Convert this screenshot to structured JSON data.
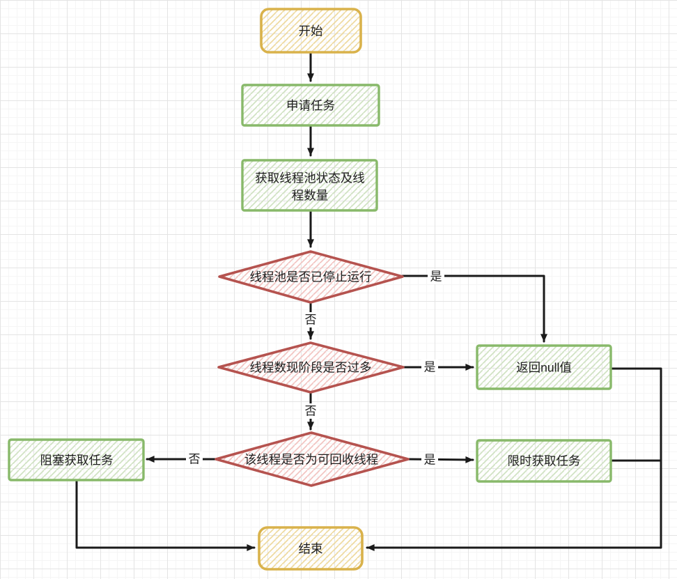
{
  "diagram": {
    "type": "flowchart",
    "language": "zh-CN",
    "nodes": {
      "start": {
        "label": "开始",
        "shape": "terminal-rounded-rect",
        "color": "yellow"
      },
      "apply_task": {
        "label": "申请任务",
        "shape": "process-rect",
        "color": "green"
      },
      "get_status": {
        "label": "获取线程池状态及线程数量",
        "lines": [
          "获取线程池状态及线",
          "程数量"
        ],
        "shape": "process-rect",
        "color": "green"
      },
      "pool_stopped": {
        "label": "线程池是否已停止运行",
        "shape": "decision-diamond",
        "color": "red"
      },
      "too_many_threads": {
        "label": "线程数现阶段是否过多",
        "shape": "decision-diamond",
        "color": "red"
      },
      "recyclable_thread": {
        "label": "该线程是否为可回收线程",
        "shape": "decision-diamond",
        "color": "red"
      },
      "return_null": {
        "label": "返回null值",
        "shape": "process-rect",
        "color": "green"
      },
      "block_get": {
        "label": "阻塞获取任务",
        "shape": "process-rect",
        "color": "green"
      },
      "timed_get": {
        "label": "限时获取任务",
        "shape": "process-rect",
        "color": "green"
      },
      "end": {
        "label": "结束",
        "shape": "terminal-rounded-rect",
        "color": "yellow"
      }
    },
    "edges": [
      {
        "from": "start",
        "to": "apply_task",
        "label": ""
      },
      {
        "from": "apply_task",
        "to": "get_status",
        "label": ""
      },
      {
        "from": "get_status",
        "to": "pool_stopped",
        "label": ""
      },
      {
        "from": "pool_stopped",
        "to": "return_null",
        "label": "是"
      },
      {
        "from": "pool_stopped",
        "to": "too_many_threads",
        "label": "否"
      },
      {
        "from": "too_many_threads",
        "to": "return_null",
        "label": "是"
      },
      {
        "from": "too_many_threads",
        "to": "recyclable_thread",
        "label": "否"
      },
      {
        "from": "recyclable_thread",
        "to": "block_get",
        "label": "否"
      },
      {
        "from": "recyclable_thread",
        "to": "timed_get",
        "label": "是"
      },
      {
        "from": "return_null",
        "to": "end",
        "label": ""
      },
      {
        "from": "timed_get",
        "to": "end",
        "label": ""
      },
      {
        "from": "block_get",
        "to": "end",
        "label": ""
      }
    ],
    "colors": {
      "terminal_stroke": "#d9b24b",
      "process_stroke": "#88b96a",
      "decision_stroke": "#b5534f",
      "connector": "#1a1a1a",
      "text": "#1e1e1e"
    }
  }
}
